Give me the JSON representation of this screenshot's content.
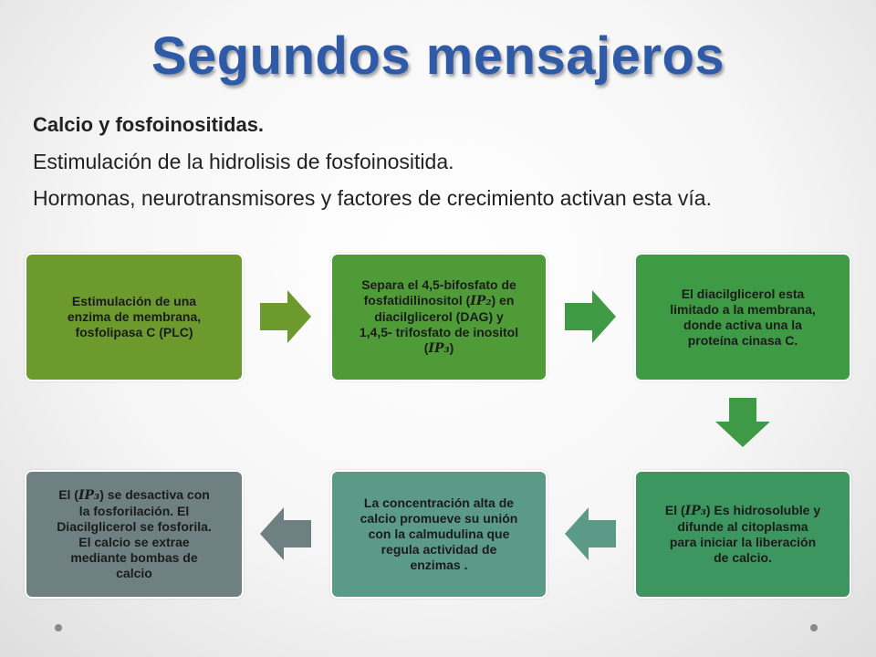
{
  "slide": {
    "title": "Segundos mensajeros",
    "subtitle": "Calcio y fosfoinositidas.",
    "paragraph1": "Estimulación de la hidrolisis de fosfoinositida.",
    "paragraph2": "Hormonas, neurotransmisores y factores de crecimiento activan esta vía."
  },
  "steps": [
    {
      "lines": [
        "Estimulación de una",
        "enzima de membrana,",
        "fosfolipasa C (PLC)"
      ],
      "color": "#6d9a2c"
    },
    {
      "line1": "Separa el 4,5-bifosfato de",
      "line2_pre": "fosfatidilinositol (",
      "line2_math": "IP₂",
      "line2_post": ") en",
      "line3": "diacilglicerol (DAG) y",
      "line4": "1,4,5- trifosfato de inositol",
      "line5_pre": "(",
      "line5_math": "IP₃",
      "line5_post": ")",
      "color": "#4f9b37"
    },
    {
      "lines": [
        "El diacilglicerol esta",
        "limitado a la membrana,",
        "donde activa una la",
        "proteína cinasa  C."
      ],
      "color": "#3e9a45"
    },
    {
      "line1_pre": "El (",
      "line1_math": "IP₃",
      "line1_post": ")  Es hidrosoluble y",
      "line2": "difunde al citoplasma",
      "line3": "para iniciar la liberación",
      "line4": "de calcio.",
      "color": "#3d9660"
    },
    {
      "lines": [
        "La concentración alta de",
        "calcio promueve su unión",
        "con la calmudulina que",
        "regula actividad de",
        "enzimas ."
      ],
      "color": "#5a9a87"
    },
    {
      "line1_pre": "El (",
      "line1_math": "IP₃",
      "line1_post": ")  se desactiva con",
      "line2": "la fosforilación.  El",
      "line3": "Diacilglicerol  se fosforila.",
      "line4": "El calcio se extrae",
      "line5": "mediante bombas de",
      "line6": "calcio",
      "color": "#6e8082"
    }
  ],
  "arrows": [
    {
      "direction": "right",
      "color": "#6d9a2c"
    },
    {
      "direction": "right",
      "color": "#3e9a45"
    },
    {
      "direction": "down",
      "color": "#3e9a45"
    },
    {
      "direction": "left",
      "color": "#5a9a87"
    },
    {
      "direction": "left",
      "color": "#6e8082"
    }
  ]
}
